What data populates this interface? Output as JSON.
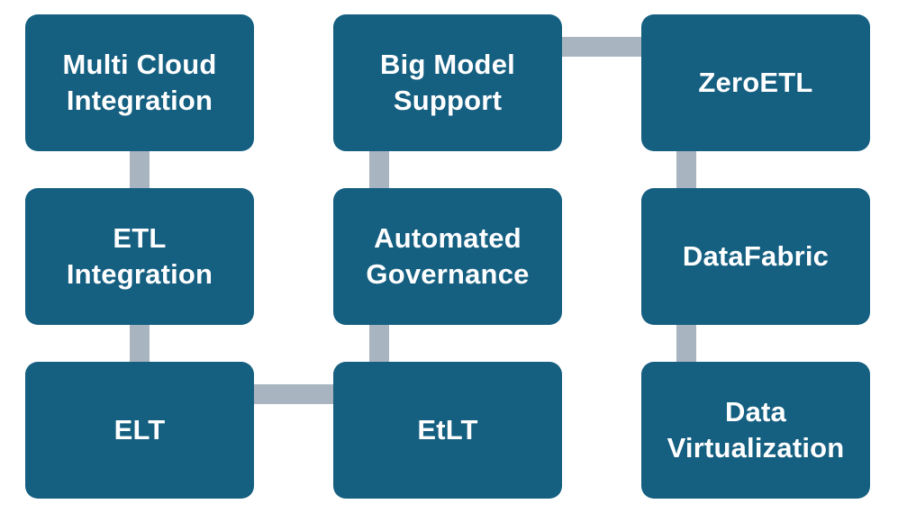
{
  "nodes": {
    "multi_cloud": "Multi Cloud\nIntegration",
    "etl": "ETL\nIntegration",
    "elt": "ELT",
    "big_model": "Big Model\nSupport",
    "automated_governance": "Automated\nGovernance",
    "etlt": "EtLT",
    "zeroetl": "ZeroETL",
    "datafabric": "DataFabric",
    "data_virtualization": "Data\nVirtualization"
  },
  "colors": {
    "node_fill": "#155f81",
    "node_text": "#ffffff",
    "connector": "#a8b5c0",
    "background": "#ffffff"
  },
  "flow_order": [
    "multi_cloud",
    "etl",
    "elt",
    "etlt",
    "automated_governance",
    "big_model",
    "zeroetl",
    "datafabric",
    "data_virtualization"
  ]
}
